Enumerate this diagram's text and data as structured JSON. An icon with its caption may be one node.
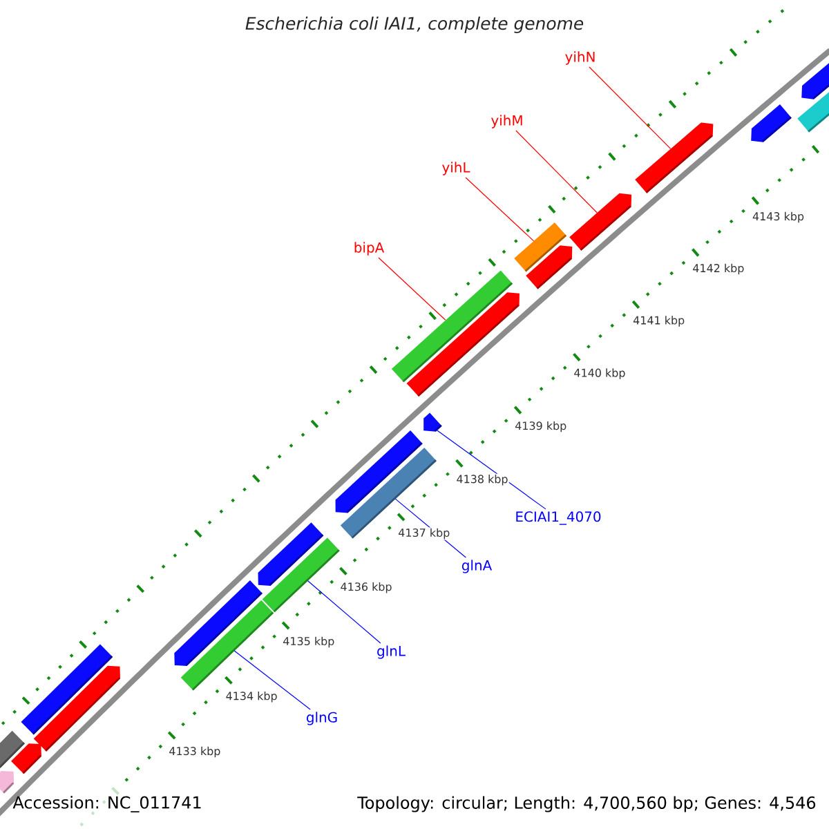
{
  "diagram": {
    "title": "Escherichia coli IAI1, complete genome",
    "nodes": [
      {
        "text": [
          "yihN"
        ]
      },
      {
        "text": [
          "yihM"
        ]
      },
      {
        "text": [
          "yihL"
        ]
      },
      {
        "text": [
          "bipA"
        ]
      },
      {
        "text": [
          "ECIAI1_4070"
        ]
      },
      {
        "text": [
          "glnA"
        ]
      },
      {
        "text": [
          "glnL"
        ]
      },
      {
        "text": [
          "glnG"
        ]
      },
      {
        "text": [],
        "shape": "bar"
      },
      {
        "text": [],
        "shape": "bar"
      },
      {
        "text": [],
        "shape": "bar"
      },
      {
        "text": [],
        "shape": "bar"
      },
      {
        "text": [],
        "shape": "bar"
      },
      {
        "text": [],
        "shape": "bar"
      },
      {
        "text": [],
        "shape": "bar"
      },
      {
        "text": [],
        "shape": "bar"
      },
      {
        "text": [],
        "shape": "bar"
      },
      {
        "text": [],
        "shape": "bar"
      },
      {
        "text": [],
        "shape": "bar"
      },
      {
        "text": [],
        "shape": "bar"
      },
      {
        "text": [],
        "shape": "bar"
      },
      {
        "text": [],
        "shape": "bar"
      },
      {
        "text": [],
        "shape": "bar"
      },
      {
        "text": [],
        "shape": "bar"
      },
      {
        "text": [],
        "shape": "bar"
      },
      {
        "text": [],
        "shape": "bar"
      },
      {
        "text": [],
        "shape": "bar"
      },
      {
        "text": [],
        "shape": "bar"
      },
      {
        "text": [],
        "shape": "bar"
      }
    ],
    "edges": [
      {
        "from": 0,
        "to": 25,
        "arrow": "none",
        "color": "#ff0000"
      },
      {
        "from": 1,
        "to": 24,
        "arrow": "none",
        "color": "#ff0000"
      },
      {
        "from": 2,
        "to": 22,
        "arrow": "none",
        "color": "#ff0000"
      },
      {
        "from": 3,
        "to": 20,
        "arrow": "none",
        "color": "#ff0000"
      },
      {
        "from": 4,
        "to": 19,
        "arrow": "none",
        "color": "#0000ff"
      },
      {
        "from": 5,
        "to": 18,
        "arrow": "none",
        "color": "#0000ff"
      },
      {
        "from": 6,
        "to": 16,
        "arrow": "none",
        "color": "#0000ff"
      },
      {
        "from": 7,
        "to": 14,
        "arrow": "none",
        "color": "#0000ff"
      }
    ],
    "labels": [
      "4143 kbp",
      "4142 kbp",
      "4141 kbp",
      "4140 kbp",
      "4139 kbp",
      "4138 kbp",
      "4137 kbp",
      "4136 kbp",
      "4135 kbp",
      "4134 kbp",
      "4133 kbp",
      "Accession: NC_011741",
      "Topology: circular; Length: 4,700,560 bp; Genes: 4,546"
    ]
  }
}
